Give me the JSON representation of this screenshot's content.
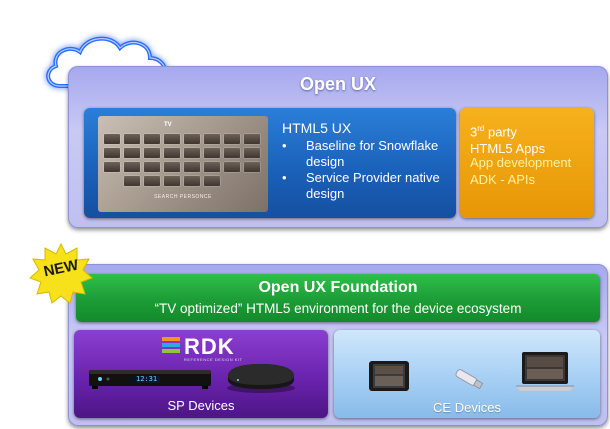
{
  "open_ux": {
    "title": "Open UX",
    "html5_ux": {
      "title": "HTML5 UX",
      "bullets": [
        "Baseline for Snowflake design",
        "Service Provider native design"
      ],
      "tv_screenshot": {
        "logo_text": "TV",
        "caption": "SEARCH PERSONCE"
      }
    },
    "third_party": {
      "title_prefix": "3",
      "title_sup": "rd",
      "title_suffix": " party",
      "title_line2": "HTML5 Apps",
      "sub_line1": "App development",
      "sub_line2": "ADK - APIs"
    }
  },
  "badge": {
    "label": "NEW"
  },
  "foundation": {
    "title": "Open UX Foundation",
    "subtitle": "“TV optimized”  HTML5 environment  for the device ecosystem"
  },
  "sp_devices": {
    "label": "SP Devices",
    "logo_text": "RDK",
    "logo_tagline": "REFERENCE DESIGN KIT",
    "stb_display": "12:31"
  },
  "ce_devices": {
    "label": "CE Devices"
  },
  "colors": {
    "panel": "#bfc0f0",
    "html5_box": "#1a5fb8",
    "third_party_box": "#f1a50f",
    "foundation_bar": "#1c9c36",
    "sp_box": "#6a23ad",
    "ce_box": "#a3cdf3",
    "cloud_glow": "#2a6cff",
    "badge": "#f7e11a"
  }
}
